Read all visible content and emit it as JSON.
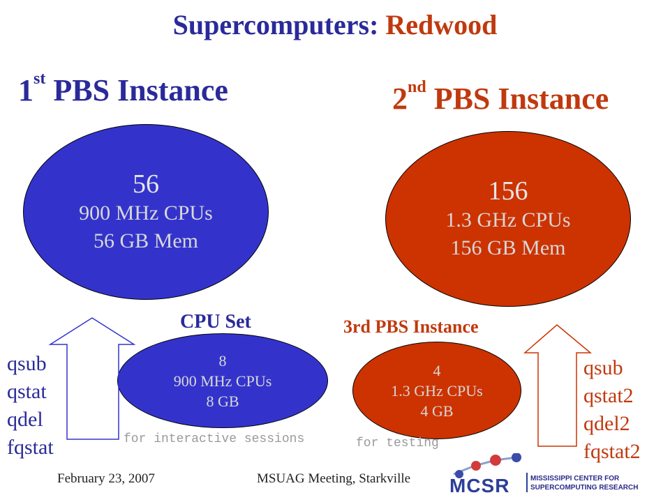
{
  "title": {
    "prefix": "Supercomputers: ",
    "name": "Redwood"
  },
  "pbs1": {
    "heading": "PBS Instance",
    "ordinal": "1",
    "ordinal_suffix": "st",
    "count": "56",
    "cpus": "900 MHz CPUs",
    "mem": "56 GB Mem"
  },
  "pbs2": {
    "heading": "PBS Instance",
    "ordinal": "2",
    "ordinal_suffix": "nd",
    "count": "156",
    "cpus": "1.3 GHz CPUs",
    "mem": "156 GB Mem"
  },
  "cpuset": {
    "label": "CPU Set",
    "count": "8",
    "cpus": "900 MHz CPUs",
    "mem": "8 GB",
    "note": "for interactive sessions"
  },
  "pbs3": {
    "label": "3rd PBS Instance",
    "count": "4",
    "cpus": "1.3 GHz CPUs",
    "mem": "4 GB",
    "note": "for testing"
  },
  "commands_left": [
    "qsub",
    "qstat",
    "qdel",
    "fqstat"
  ],
  "commands_right": [
    "qsub",
    "qstat2",
    "qdel2",
    "fqstat2"
  ],
  "footer": {
    "date": "February 23, 2007",
    "meeting": "MSUAG Meeting, Starkville"
  },
  "logo": {
    "acronym": "MCSR",
    "line1": "MISSISSIPPI CENTER FOR",
    "line2": "SUPERCOMPUTING RESEARCH"
  },
  "colors": {
    "blue": "#3333cc",
    "red": "#cc3300",
    "title_blue": "#2a2a9a",
    "title_red": "#c0390e"
  }
}
